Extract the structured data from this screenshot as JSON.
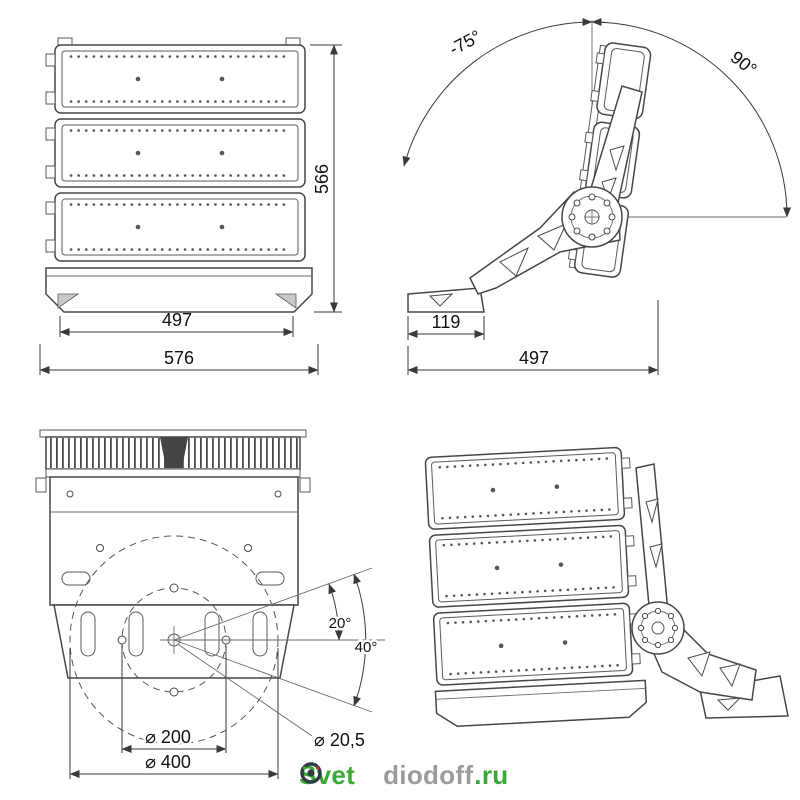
{
  "drawing": {
    "front_view": {
      "height": "566",
      "width_inner": "497",
      "width_outer": "576"
    },
    "side_view": {
      "angle_back": "-75°",
      "angle_front": "90°",
      "base_width": "119",
      "depth": "497"
    },
    "back_view": {
      "circle_mid": "⌀ 200",
      "hole": "⌀ 20,5",
      "circle_outer": "⌀ 400",
      "angle_step": "20°",
      "angle_full": "40°"
    }
  },
  "watermark": {
    "part1": "Svet",
    "icon": "ring-o-icon",
    "part2": "diodoff",
    "part3": ".ru",
    "color_green": "#3BA935",
    "color_gray": "#9B9B9B",
    "color_icon": "#2F3B45"
  }
}
